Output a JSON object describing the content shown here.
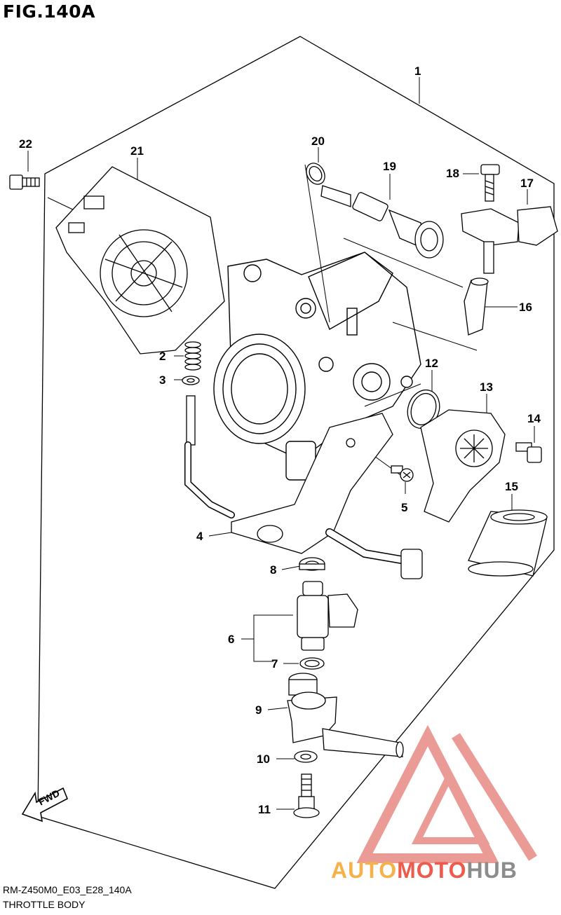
{
  "header": {
    "figure_title": "FIG.140A"
  },
  "footer": {
    "drawing_code": "RM-Z450M0_E03_E28_140A",
    "caption": "THROTTLE BODY"
  },
  "fwd_label": "FWD",
  "watermark": {
    "part1": "AUTO",
    "part2": "MOTO",
    "part3": "HUB",
    "colors": {
      "auto": "#f6b24a",
      "moto": "#ee5a4c",
      "hub": "#8c8c8c",
      "triangle": "#e88a84"
    }
  },
  "callouts": [
    "1",
    "2",
    "3",
    "4",
    "5",
    "6",
    "7",
    "8",
    "9",
    "10",
    "11",
    "12",
    "13",
    "14",
    "15",
    "16",
    "17",
    "18",
    "19",
    "20",
    "21",
    "22"
  ]
}
